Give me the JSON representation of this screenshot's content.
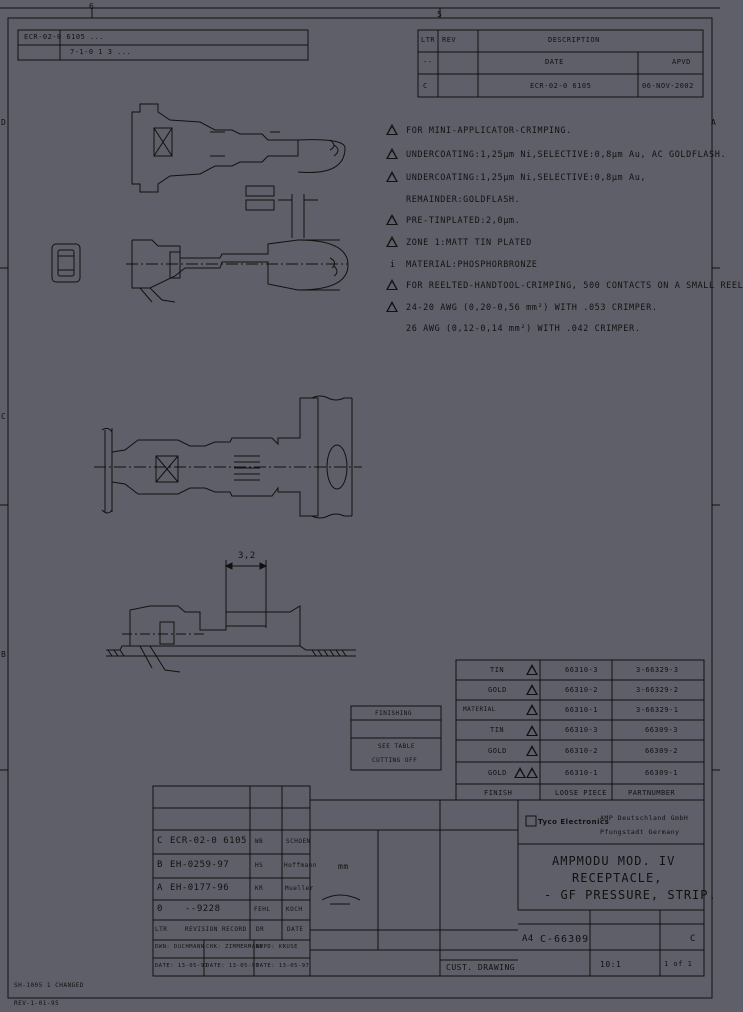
{
  "border": {
    "col_letters": [
      "6",
      "5"
    ],
    "row_letters": [
      "D",
      "C",
      "B",
      "A"
    ]
  },
  "top_left": {
    "line1": "ECR-02-0 6105  ...",
    "line2": "7-1-0 1   3  ..."
  },
  "top_right": {
    "r1a": "LTR",
    "r1b": "REV",
    "r1c": "DESCRIPTION",
    "r2a": "--",
    "r2b": "DATE",
    "r2c": "APVD",
    "r3a": "C",
    "r3b": "ECR-02-0 6105",
    "r3c": "06-NOV-2002"
  },
  "notes": [
    {
      "mark": "1",
      "text": "FOR MINI-APPLICATOR-CRIMPING."
    },
    {
      "mark": "2",
      "text": "UNDERCOATING:1,25μm Ni,SELECTIVE:0,8μm Au, AC GOLDFLASH."
    },
    {
      "mark": "3",
      "text": "UNDERCOATING:1,25μm Ni,SELECTIVE:0,8μm Au,"
    },
    {
      "mark": "",
      "text": "REMAINDER:GOLDFLASH."
    },
    {
      "mark": "4",
      "text": "PRE-TINPLATED:2,0μm."
    },
    {
      "mark": "5",
      "text": "ZONE 1:MATT TIN PLATED"
    },
    {
      "mark": "i",
      "text": "MATERIAL:PHOSPHORBRONZE"
    },
    {
      "mark": "6",
      "text": "FOR REELTED-HANDTOOL-CRIMPING, 500 CONTACTS ON A SMALL REEL"
    },
    {
      "mark": "7",
      "text": "24-20 AWG (0,20-0,56 mm²) WITH .053 CRIMPER."
    },
    {
      "mark": "",
      "text": "26 AWG (0,12-0,14 mm²) WITH .042 CRIMPER."
    }
  ],
  "dimension": {
    "value": "3,2"
  },
  "finish_box": {
    "r1": "FINISHING",
    "r2": "SEE TABLE",
    "r3": "CUTTING OFF"
  },
  "parts_table": {
    "rows": [
      {
        "finish": "TIN",
        "loose": "66310-3",
        "part": "3-66329-3"
      },
      {
        "finish": "GOLD",
        "loose": "66310-2",
        "part": "3-66329-2"
      },
      {
        "finish": "MATERIAL",
        "loose": "66310-1",
        "part": "3-66329-1"
      },
      {
        "finish": "TIN",
        "loose": "66310-3",
        "part": "66309-3"
      },
      {
        "finish": "GOLD",
        "loose": "66310-2",
        "part": "66309-2"
      },
      {
        "finish": "GOLD",
        "loose": "66310-1",
        "part": "66309-1"
      }
    ],
    "header": {
      "finish": "FINISH",
      "loose": "LOOSE PIECE",
      "part": "PARTNUMBER"
    }
  },
  "revisions": [
    {
      "ltr": "C",
      "record": "ECR-02-0 6105",
      "dr": "WB",
      "chk": "SCHOEN"
    },
    {
      "ltr": "B",
      "record": "EH-0259-97",
      "dr": "HS",
      "chk": "Hoffmann"
    },
    {
      "ltr": "A",
      "record": "EH-0177-96",
      "dr": "KR",
      "chk": "Mueller"
    },
    {
      "ltr": "0",
      "record": "--9228",
      "dr": "FEHL",
      "chk": "KOCH"
    }
  ],
  "rev_header": {
    "ltr": "LTR",
    "record": "REVISION RECORD",
    "dr": "DR",
    "date": "DATE"
  },
  "approvals": {
    "dwn": "DWN: DUCHMANN",
    "chk": "CHK: ZIMMERMANN",
    "appd": "APPD: KRUSE",
    "date1": "DATE: 13-05-97",
    "date2": "DATE: 13-05-97",
    "date3": "DATE: 13-05-97"
  },
  "title_block": {
    "company": "Tyco Electronics",
    "address1": "AMP Deutschland GmbH",
    "address2": "Pfungstadt Germany",
    "title1": "AMPMODU MOD. IV",
    "title2": "RECEPTACLE,",
    "title3": "- GF PRESSURE, STRIP.",
    "size": "A4",
    "dwg_no": "C-66309",
    "scale": "10:1",
    "sheet": "1 of 1",
    "rev": "C",
    "units": "mm",
    "material": "CUST. DRAWING"
  },
  "footer": {
    "left": "SH-1005  1  CHANGED",
    "bottom": "REV-1-01-95"
  }
}
